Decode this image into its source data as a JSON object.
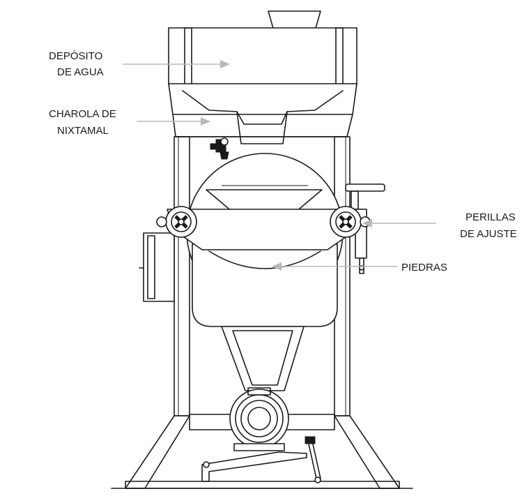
{
  "labels": {
    "deposito": {
      "line1": "DEPÓSITO",
      "line2": "DE AGUA"
    },
    "charola": {
      "line1": "CHAROLA DE",
      "line2": "NIXTAMAL"
    },
    "perillas": {
      "line1": "PERILLAS",
      "line2": "DE AJUSTE"
    },
    "piedras": {
      "line1": "PIEDRAS"
    }
  },
  "colors": {
    "line": "#1a1a1a",
    "leader": "#b8b8b8",
    "background": "#ffffff"
  }
}
